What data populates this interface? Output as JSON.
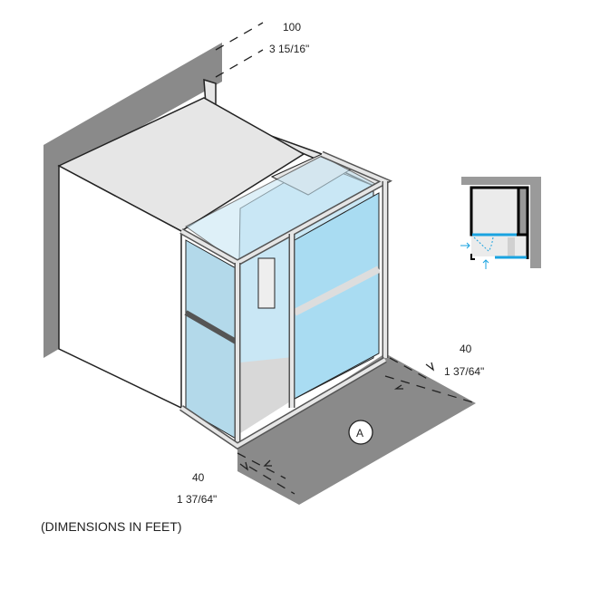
{
  "dimensions": {
    "height": {
      "value": "100",
      "imperial": "3 15/16\""
    },
    "depth": {
      "value": "40",
      "imperial": "1 37/64\""
    },
    "width": {
      "value": "40",
      "imperial": "1 37/64\""
    }
  },
  "entry_marker": "A",
  "note": "(DIMENSIONS IN FEET)",
  "colors": {
    "wall": "#8a8a8a",
    "glass": "#a9dcf2",
    "panel": "#e6e6e6",
    "accent": "#1aa3e0"
  }
}
